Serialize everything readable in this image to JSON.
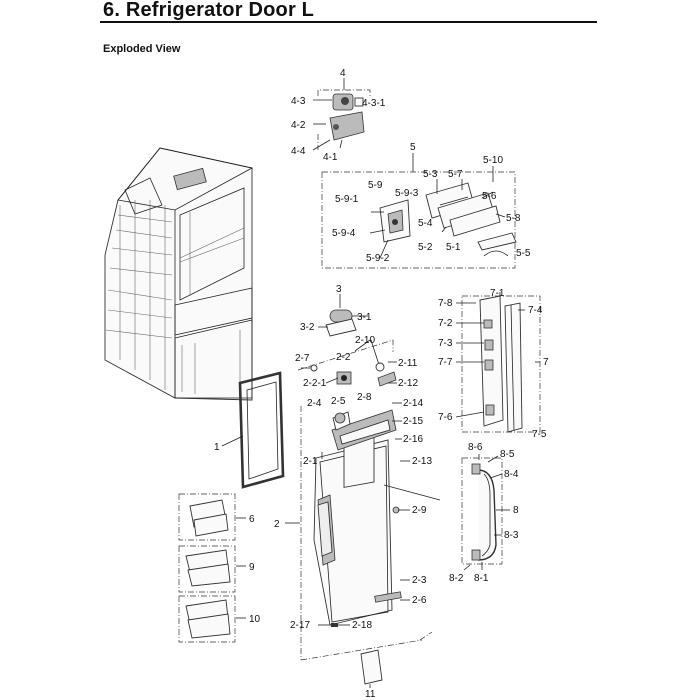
{
  "header": {
    "title": "6.  Refrigerator Door L",
    "subtitle": "Exploded View"
  },
  "callouts": {
    "c4": "4",
    "c4_3": "4-3",
    "c4_3_1": "4-3-1",
    "c4_2": "4-2",
    "c4_4": "4-4",
    "c4_1": "4-1",
    "c5": "5",
    "c5_10": "5-10",
    "c5_3": "5-3",
    "c5_7": "5-7",
    "c5_9": "5-9",
    "c5_9_3": "5-9-3",
    "c5_6": "5-6",
    "c5_9_1": "5-9-1",
    "c5_8": "5-8",
    "c5_9_4": "5-9-4",
    "c5_4": "5-4",
    "c5_2": "5-2",
    "c5_1": "5-1",
    "c5_9_2": "5-9-2",
    "c5_5": "5-5",
    "c3": "3",
    "c3_1": "3-1",
    "c3_2": "3-2",
    "c7_1": "7-1",
    "c7_8": "7-8",
    "c7_4": "7-4",
    "c7_2": "7-2",
    "c7_3": "7-3",
    "c7": "7",
    "c7_7": "7-7",
    "c7_6": "7-6",
    "c7_5": "7-5",
    "c2_10": "2-10",
    "c2_7": "2-7",
    "c2_2": "2-2",
    "c2_11": "2-11",
    "c2_2_1": "2-2-1",
    "c2_12": "2-12",
    "c2_4": "2-4",
    "c2_5": "2-5",
    "c2_8": "2-8",
    "c2_14": "2-14",
    "c2_15": "2-15",
    "c2_16": "2-16",
    "c2_1": "2-1",
    "c2_13": "2-13",
    "c2_9": "2-9",
    "c2": "2",
    "c2_3": "2-3",
    "c2_6": "2-6",
    "c2_17": "2-17",
    "c2_18": "2-18",
    "c1": "1",
    "c6": "6",
    "c9": "9",
    "c10": "10",
    "c11": "11",
    "c8_6": "8-6",
    "c8_5": "8-5",
    "c8_4": "8-4",
    "c8": "8",
    "c8_3": "8-3",
    "c8_2": "8-2",
    "c8_1": "8-1"
  }
}
